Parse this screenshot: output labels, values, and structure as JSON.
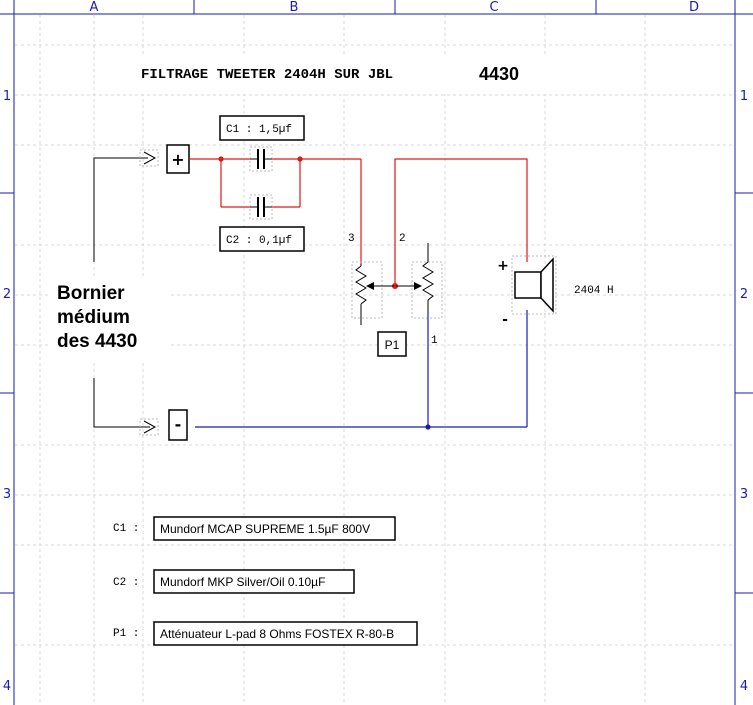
{
  "frame": {
    "columns": [
      "A",
      "B",
      "C",
      "D"
    ],
    "rows_left": [
      "1",
      "2",
      "3",
      "4"
    ],
    "rows_right": [
      "1",
      "2",
      "3",
      "4"
    ]
  },
  "title": {
    "main": "FILTRAGE TWEETER 2404H SUR JBL",
    "model": "4430"
  },
  "terminals": {
    "plus": "+",
    "minus": "-"
  },
  "source_label": {
    "line1": "Bornier",
    "line2": "médium",
    "line3": "des 4430"
  },
  "capacitors": {
    "c1": "C1 : 1,5µf",
    "c2": "C2 : 0,1µf"
  },
  "attenuator": {
    "label": "P1",
    "pin1": "1",
    "pin2": "2",
    "pin3": "3"
  },
  "speaker": {
    "name": "2404 H",
    "plus": "+",
    "minus": "-"
  },
  "bom": [
    {
      "ref": "C1 :",
      "desc": "Mundorf MCAP SUPREME 1.5µF 800V"
    },
    {
      "ref": "C2 :",
      "desc": "Mundorf MKP Silver/Oil 0.10µF"
    },
    {
      "ref": "P1 :",
      "desc": "Atténuateur L-pad 8 Ohms FOSTEX R-80-B"
    }
  ],
  "colors": {
    "frame": "#1a1ab8",
    "grid": "#d8d8d8",
    "wire_hot": "#e01818",
    "wire_return": "#1a1ab8",
    "ink": "#000000"
  }
}
